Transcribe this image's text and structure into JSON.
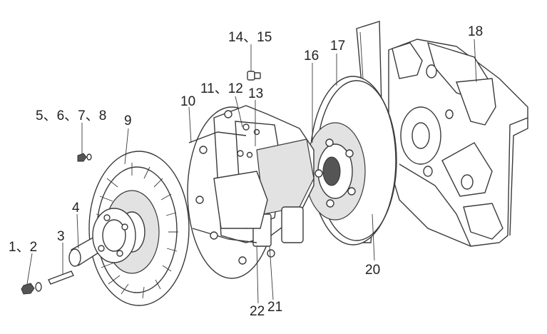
{
  "callouts": [
    {
      "id": "c1",
      "text": "1、2"
    },
    {
      "id": "c3",
      "text": "3"
    },
    {
      "id": "c4",
      "text": "4"
    },
    {
      "id": "c5",
      "text": "5、6、7、8"
    },
    {
      "id": "c9",
      "text": "9"
    },
    {
      "id": "c10",
      "text": "10"
    },
    {
      "id": "c11",
      "text": "11、12"
    },
    {
      "id": "c13",
      "text": "13"
    },
    {
      "id": "c14",
      "text": "14、15"
    },
    {
      "id": "c16",
      "text": "16"
    },
    {
      "id": "c17",
      "text": "17"
    },
    {
      "id": "c18",
      "text": "18"
    },
    {
      "id": "c20",
      "text": "20"
    },
    {
      "id": "c21",
      "text": "21"
    },
    {
      "id": "c22",
      "text": "22"
    }
  ]
}
